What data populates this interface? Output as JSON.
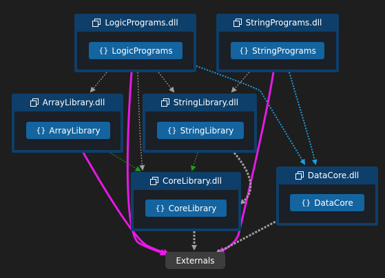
{
  "colors": {
    "background": "#1e1e1e",
    "assembly_border": "#0e3f6a",
    "assembly_body": "#1b1f26",
    "namespace_fill": "#1464a0",
    "externals_fill": "#3d3d3d",
    "edge_gray": "#a0a0a0",
    "edge_green": "#1e9e1e",
    "edge_cyan": "#1aa0e6",
    "edge_magenta": "#e619e6"
  },
  "nodes": {
    "logic_programs": {
      "assembly": "LogicPrograms.dll",
      "namespace": "LogicPrograms"
    },
    "string_programs": {
      "assembly": "StringPrograms.dll",
      "namespace": "StringPrograms"
    },
    "array_library": {
      "assembly": "ArrayLibrary.dll",
      "namespace": "ArrayLibrary"
    },
    "string_library": {
      "assembly": "StringLibrary.dll",
      "namespace": "StringLibrary"
    },
    "core_library": {
      "assembly": "CoreLibrary.dll",
      "namespace": "CoreLibrary"
    },
    "data_core": {
      "assembly": "DataCore.dll",
      "namespace": "DataCore"
    }
  },
  "externals": {
    "label": "Externals"
  },
  "icons": {
    "assembly": "dll-assembly-icon",
    "namespace": "namespace-braces-icon",
    "namespace_glyph": "{}"
  },
  "edges": [
    {
      "from": "LogicPrograms",
      "to": "ArrayLibrary",
      "style": "dotted-gray"
    },
    {
      "from": "LogicPrograms",
      "to": "StringLibrary",
      "style": "dotted-gray"
    },
    {
      "from": "LogicPrograms",
      "to": "CoreLibrary",
      "style": "dotted-gray"
    },
    {
      "from": "LogicPrograms",
      "to": "DataCore",
      "style": "dotted-cyan"
    },
    {
      "from": "LogicPrograms",
      "to": "Externals",
      "style": "solid-magenta"
    },
    {
      "from": "StringPrograms",
      "to": "StringLibrary",
      "style": "dotted-gray"
    },
    {
      "from": "StringPrograms",
      "to": "DataCore",
      "style": "dotted-cyan"
    },
    {
      "from": "StringPrograms",
      "to": "Externals",
      "style": "solid-magenta"
    },
    {
      "from": "ArrayLibrary",
      "to": "CoreLibrary",
      "style": "dotted-green"
    },
    {
      "from": "ArrayLibrary",
      "to": "Externals",
      "style": "solid-magenta"
    },
    {
      "from": "StringLibrary",
      "to": "CoreLibrary",
      "style": "dotted-green"
    },
    {
      "from": "StringLibrary",
      "to": "Externals",
      "style": "dotted-gray-thick"
    },
    {
      "from": "CoreLibrary",
      "to": "Externals",
      "style": "dotted-gray-thick"
    },
    {
      "from": "DataCore",
      "to": "Externals",
      "style": "dotted-gray-thick"
    }
  ]
}
